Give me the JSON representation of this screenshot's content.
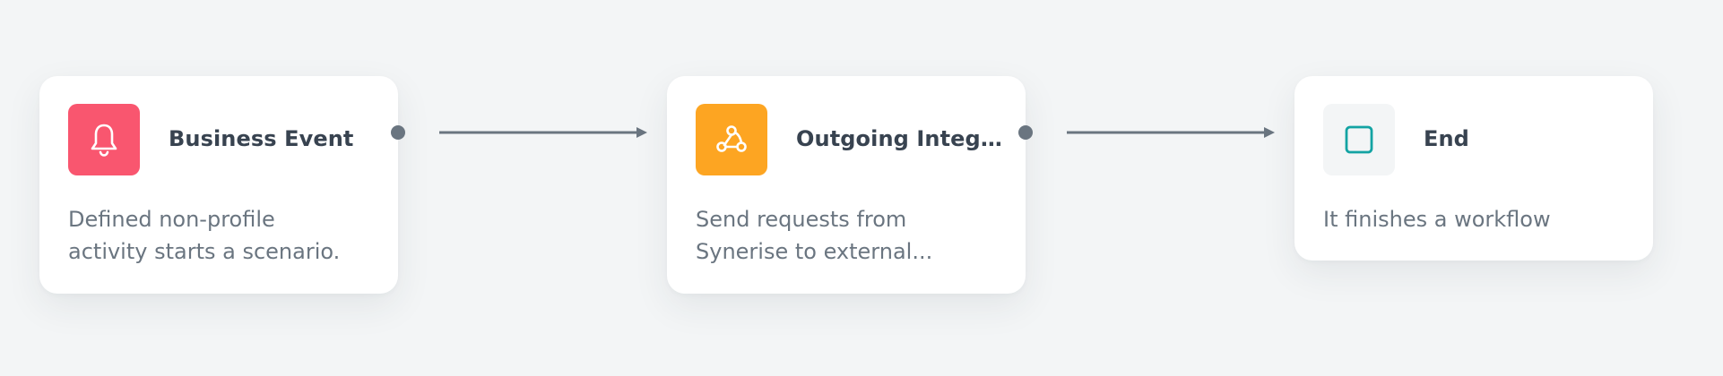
{
  "workflow": {
    "nodes": [
      {
        "title": "Business Event",
        "description_lines": [
          "Defined non-profile",
          "activity starts a scenario."
        ],
        "icon": "bell-icon",
        "icon_bg": "#f9566f"
      },
      {
        "title": "Outgoing Integr...",
        "description_lines": [
          "Send requests from",
          "Synerise to external..."
        ],
        "icon": "webhook-icon",
        "icon_bg": "#fda522"
      },
      {
        "title": "End",
        "description_lines": [
          "It finishes a workflow"
        ],
        "icon": "stop-square-icon",
        "icon_bg": "#f3f5f6",
        "icon_color": "#13a3a3"
      }
    ],
    "connector_color": "#6a7580",
    "background": "#f3f5f6"
  }
}
